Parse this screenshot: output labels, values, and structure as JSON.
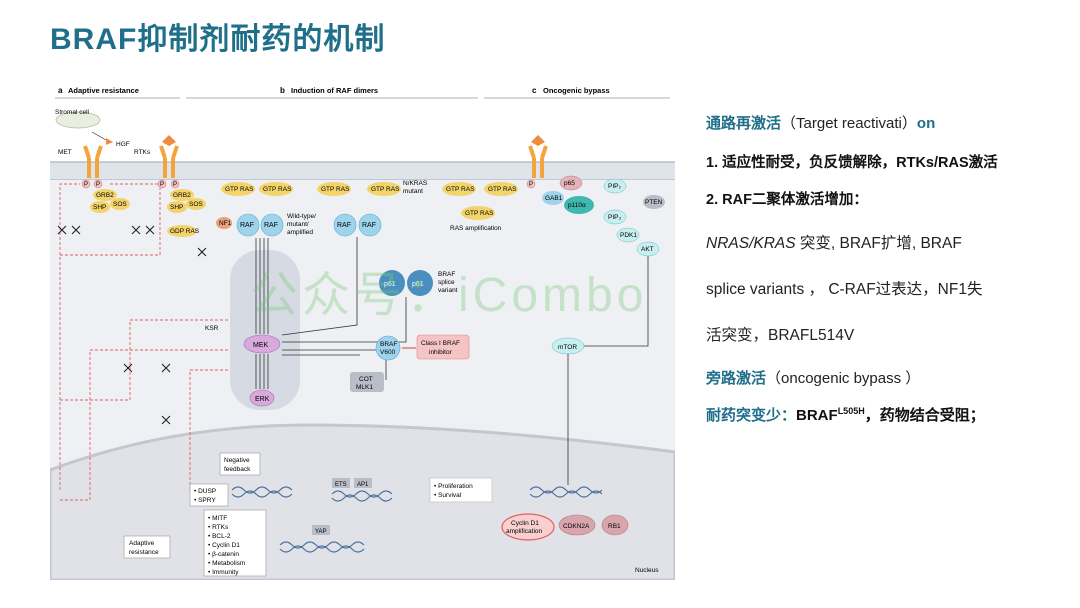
{
  "title": "BRAF抑制剂耐药的机制",
  "watermark": "公众号：iCombo",
  "panels": {
    "a": "a",
    "a_title": "Adaptive resistance",
    "b": "b",
    "b_title": "Induction of RAF dimers",
    "c": "c",
    "c_title": "Oncogenic bypass"
  },
  "labels": {
    "stromal": "Stromal cell",
    "hgf": "HGF",
    "met": "MET",
    "rtks": "RTKs",
    "grb2": "GRB2",
    "shp": "SHP",
    "sos": "SOS",
    "gdp_ras": "GDP RAS",
    "nf1": "NF1",
    "gtp_ras": "GTP RAS",
    "raf": "RAF",
    "wild": "Wild-type/",
    "mutant": "mutant/",
    "amplified": "amplified",
    "nkras": "N/KRAS",
    "nkras_mutant": "mutant",
    "ras_amp": "RAS amplification",
    "p": "P",
    "braf": "BRAF",
    "splice": "splice",
    "variant": "variant",
    "p61": "p61",
    "ksr": "KSR",
    "mek": "MEK",
    "erk": "ERK",
    "braf_v600a": "BRAF",
    "braf_v600b": "V600",
    "class1a": "Class I BRAF",
    "class1b": "inhibitor",
    "cot": "COT",
    "mlk1": "MLK1",
    "gab1": "GAB1",
    "p65": "p65",
    "p110": "p110α",
    "pip2": "PIP₂",
    "pip3": "PIP₃",
    "pten": "PTEN",
    "pdk1": "PDK1",
    "akt": "AKT",
    "mtor": "mTOR",
    "neg1": "Negative",
    "neg2": "feedback",
    "dusp": "• DUSP",
    "spry": "• SPRY",
    "ets": "ETS",
    "ap1": "AP1",
    "prolif": "• Proliferation",
    "survival": "• Survival",
    "mitf": "• MITF",
    "rtks2": "• RTKs",
    "bcl2": "• BCL-2",
    "cyclind1_item": "• Cyclin D1",
    "bcat": "• β-catenin",
    "metab": "• Metabolism",
    "immun": "• Immunity",
    "adaptive1": "Adaptive",
    "adaptive2": "resistance",
    "yap": "YAP",
    "cyclin1": "Cyclin D1",
    "cyclin2": "amplification",
    "cdkn2a": "CDKN2A",
    "rb1": "RB1",
    "nucleus": "Nucleus"
  },
  "text_panel": {
    "line1_cn": "通路再激活",
    "line1_en": "（Target reactivati）",
    "line1_on": "on",
    "item1": "1.   适应性耐受，负反馈解除，RTKs/RAS激活",
    "item2": "2.   RAF二聚体激活增加：",
    "para1_a": "NRAS/KRAS",
    "para1_b": " 突变, BRAF扩增, BRAF",
    "para2": "splice variants ， C-RAF过表达，NF1失",
    "para3": "活突变，BRAFL514V",
    "bypass_cn": "旁路激活",
    "bypass_en": "（oncogenic bypass ）",
    "res_cn": "耐药突变少：",
    "res_braf": "BRAF",
    "res_sup": "L505H",
    "res_tail": "，药物结合受阻；"
  },
  "colors": {
    "title": "#1f6f8b",
    "ras": "#f2d46b",
    "raf": "#9ed3ec",
    "mek": "#d7a9dd",
    "teal": "#3fb8b0",
    "red": "#e06060"
  }
}
